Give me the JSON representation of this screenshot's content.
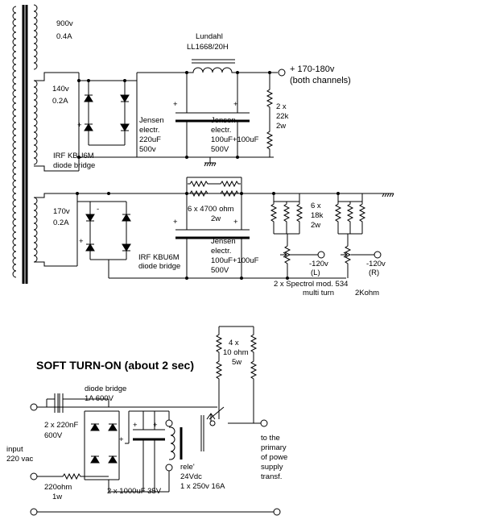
{
  "power_supply": {
    "hv_transformer": {
      "primary_rating": {
        "line1": "900v",
        "line2": "0.4A"
      },
      "secondary_1": {
        "line1": "140v",
        "line2": "0.2A"
      },
      "secondary_2": {
        "line1": "170v",
        "line2": "0.2A"
      }
    },
    "section_1": {
      "choke": {
        "line1": "Lundahl",
        "line2": "LL1668/20H"
      },
      "output_label": {
        "line1": "+ 170-180v",
        "line2": "(both channels)"
      },
      "bleeder": {
        "line1": "2 x",
        "line2": "22k",
        "line3": "2w"
      },
      "cap_a": {
        "line1": "Jensen",
        "line2": "electr.",
        "line3": "220uF",
        "line4": "500v"
      },
      "cap_b": {
        "line1": "Jensen",
        "line2": "electr.",
        "line3": "100uF+100uF",
        "line4": "500V"
      },
      "bridge": {
        "line1": "IRF KBU6M",
        "line2": "diode bridge"
      }
    },
    "section_2": {
      "series_resistors": {
        "line1": "6 x 4700 ohm",
        "line2": "2w"
      },
      "cap": {
        "line1": "Jensen",
        "line2": "electr.",
        "line3": "100uF+100uF",
        "line4": "500V"
      },
      "divider": {
        "line1": "6 x",
        "line2": "18k",
        "line3": "2w"
      },
      "bridge": {
        "line1": "IRF KBU6M",
        "line2": "diode bridge"
      },
      "tap_left": {
        "line1": "-120v",
        "line2": "(L)"
      },
      "tap_right": {
        "line1": "-120v",
        "line2": "(R)"
      },
      "trimmers": {
        "line1": "2 x Spectrol  mod. 534",
        "line2": "multi turn",
        "line3": "2Kohm"
      }
    }
  },
  "soft_start": {
    "title": "SOFT TURN-ON (about 2 sec)",
    "power_resistors": {
      "line1": "4 x",
      "line2": "10 ohm",
      "line3": "5w"
    },
    "bridge": {
      "line1": "diode bridge",
      "line2": "1A 600V"
    },
    "dropper_caps": {
      "line1": "2 x 220nF",
      "line2": "600V"
    },
    "input": {
      "line1": "input",
      "line2": "220 vac"
    },
    "series_resistor": {
      "line1": "220ohm",
      "line2": "1w"
    },
    "filter_caps": "2 x 1000uF 35V",
    "relay": {
      "line1": "rele'",
      "line2": "24Vdc",
      "line3": "1 x 250v 16A"
    },
    "output": {
      "line1": "to the",
      "line2": "primary",
      "line3": "of powe",
      "line4": "supply",
      "line5": "transf."
    }
  },
  "symbols": {
    "plus": "+",
    "minus": "-"
  },
  "icons": [
    "transformer-icon",
    "inductor-icon",
    "diode-icon",
    "capacitor-icon",
    "resistor-icon",
    "potentiometer-icon",
    "ground-icon",
    "relay-coil-icon",
    "relay-switch-icon",
    "terminal-icon"
  ]
}
